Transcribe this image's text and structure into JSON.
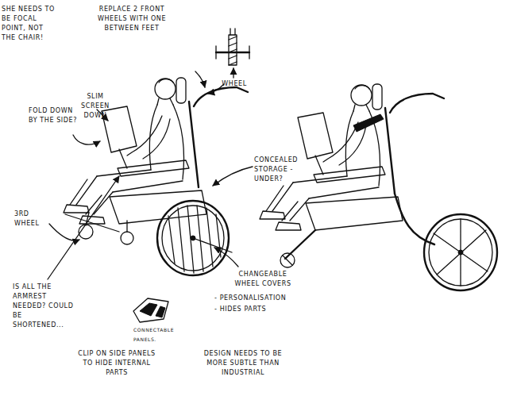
{
  "diagram": {
    "labels": [
      "SHE NEEDS TO BE FOCAL POINT, NOT THE CHAIR!",
      "REPLACE 2 FRONT WHEELS WITH ONE BETWEEN FEET",
      "WHEEL",
      "SLIM SCREEN DOWN",
      "FOLD DOWN BY THE SIDE?",
      "CONCEALED STORAGE - UNDER?",
      "3RD WHEEL",
      "IS ALL THE ARMREST NEEDED? COULD BE SHORTENED...",
      "CHANGEABLE WHEEL COVERS",
      "- PERSONALISATION",
      "- HIDES PARTS",
      "CONNECTABLE PANELS.",
      "CLIP ON SIDE PANELS TO HIDE INTERNAL PARTS",
      "DESIGN NEEDS TO BE MORE SUBTLE THAN INDUSTRIAL"
    ]
  }
}
